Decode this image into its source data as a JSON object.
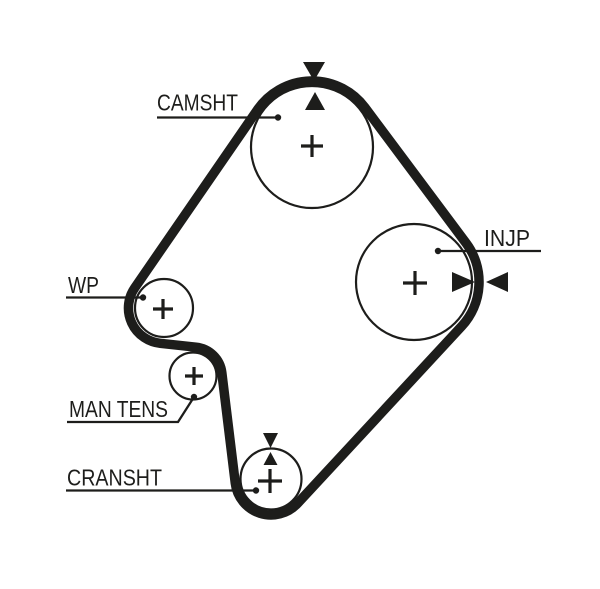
{
  "diagram": {
    "kind": "timing-belt-routing-diagram",
    "background_color": "#ffffff",
    "line_color": "#1d1d1b",
    "pulleys": [
      {
        "id": "camshaft",
        "label": "CAMSHT",
        "marks": [
          "center-plus",
          "timing-arrows-vertical"
        ]
      },
      {
        "id": "injection-pump",
        "label": "INJP",
        "marks": [
          "center-plus",
          "timing-arrows-horizontal"
        ]
      },
      {
        "id": "water-pump",
        "label": "WP",
        "marks": [
          "center-plus"
        ]
      },
      {
        "id": "manual-tensioner",
        "label": "MAN TENS",
        "marks": [
          "center-plus"
        ]
      },
      {
        "id": "crankshaft",
        "label": "CRANSHT",
        "marks": [
          "center-plus",
          "timing-arrows-vertical"
        ]
      }
    ],
    "icons": {
      "timing_mark": "filled-triangle",
      "center_mark": "plus-crosshair",
      "leader_end": "filled-dot"
    }
  }
}
